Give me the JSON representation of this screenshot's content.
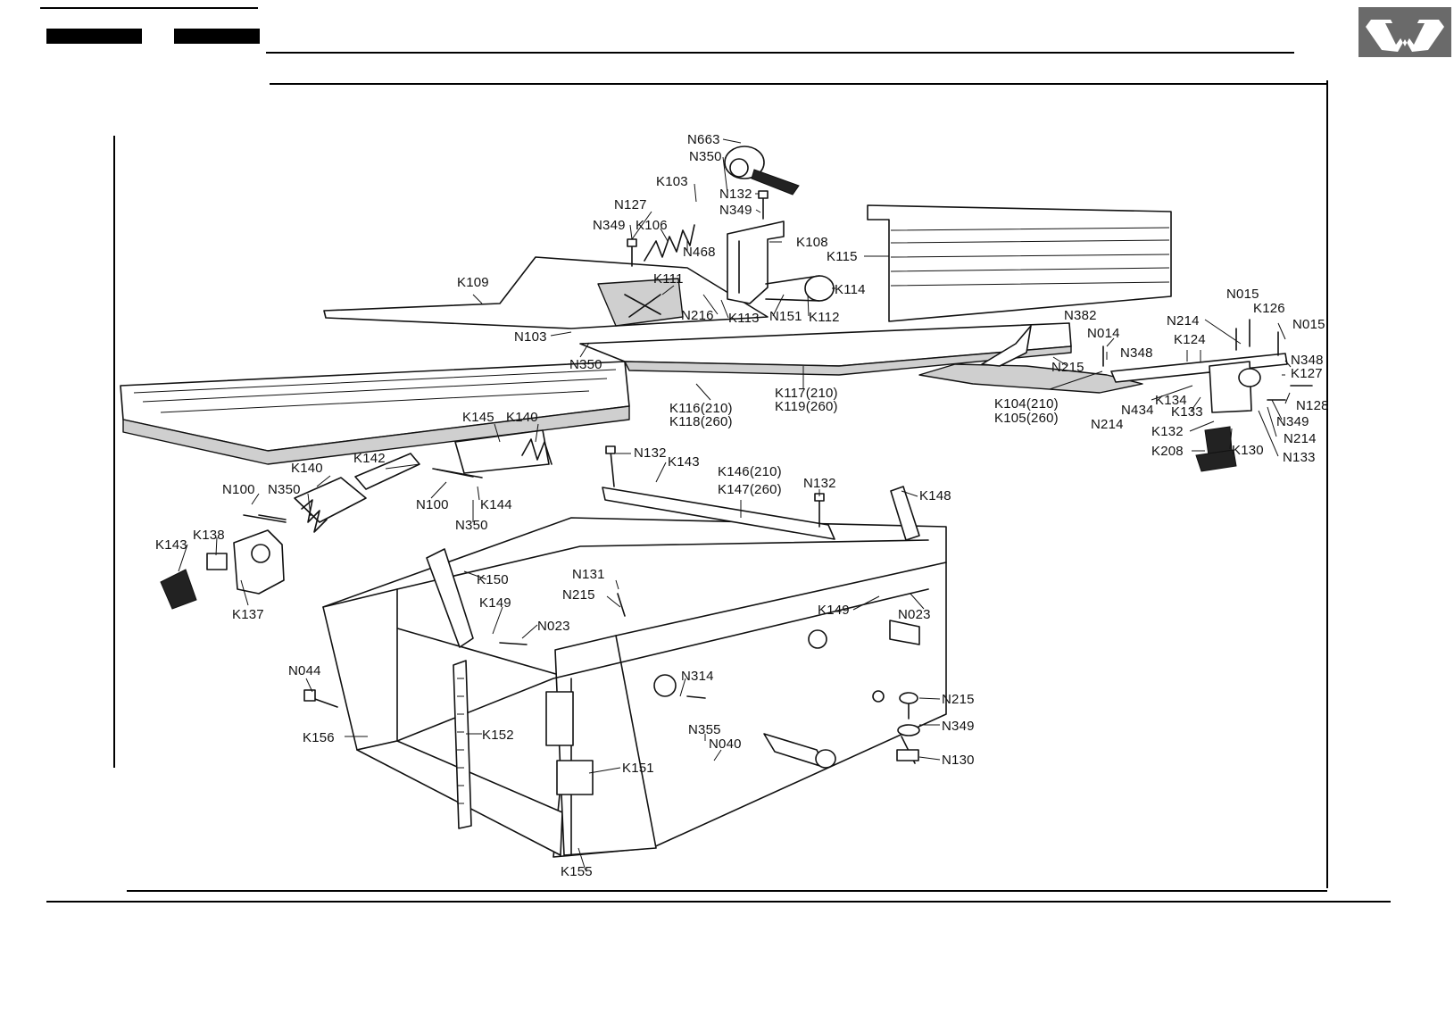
{
  "header": {
    "logo_icon": "manufacturer-logo-icon"
  },
  "labels": [
    {
      "id": "N663",
      "text": "N663"
    },
    {
      "id": "N350a",
      "text": "N350"
    },
    {
      "id": "K103",
      "text": "K103"
    },
    {
      "id": "N132a",
      "text": "N132"
    },
    {
      "id": "N349a",
      "text": "N349"
    },
    {
      "id": "N127",
      "text": "N127"
    },
    {
      "id": "N349b",
      "text": "N349"
    },
    {
      "id": "K106",
      "text": "K106"
    },
    {
      "id": "N468",
      "text": "N468"
    },
    {
      "id": "K108",
      "text": "K108"
    },
    {
      "id": "K115",
      "text": "K115"
    },
    {
      "id": "K109",
      "text": "K109"
    },
    {
      "id": "K111",
      "text": "K111"
    },
    {
      "id": "K114",
      "text": "K114"
    },
    {
      "id": "N216",
      "text": "N216"
    },
    {
      "id": "K113",
      "text": "K113"
    },
    {
      "id": "N151",
      "text": "N151"
    },
    {
      "id": "K112",
      "text": "K112"
    },
    {
      "id": "N103",
      "text": "N103"
    },
    {
      "id": "N350b",
      "text": "N350"
    },
    {
      "id": "N015a",
      "text": "N015"
    },
    {
      "id": "K126",
      "text": "K126"
    },
    {
      "id": "N214a",
      "text": "N214"
    },
    {
      "id": "N015b",
      "text": "N015"
    },
    {
      "id": "N382",
      "text": "N382"
    },
    {
      "id": "N014",
      "text": "N014"
    },
    {
      "id": "K124",
      "text": "K124"
    },
    {
      "id": "N348a",
      "text": "N348"
    },
    {
      "id": "N215a",
      "text": "N215"
    },
    {
      "id": "N348b",
      "text": "N348"
    },
    {
      "id": "K127",
      "text": "K127"
    },
    {
      "id": "K104",
      "text": "K104(210)"
    },
    {
      "id": "K105",
      "text": "K105(260)"
    },
    {
      "id": "K134",
      "text": "K134"
    },
    {
      "id": "N128",
      "text": "N128"
    },
    {
      "id": "N434",
      "text": "N434"
    },
    {
      "id": "K133",
      "text": "K133"
    },
    {
      "id": "N349c",
      "text": "N349"
    },
    {
      "id": "N214b",
      "text": "N214"
    },
    {
      "id": "K132",
      "text": "K132"
    },
    {
      "id": "N214c",
      "text": "N214"
    },
    {
      "id": "K208",
      "text": "K208"
    },
    {
      "id": "K130",
      "text": "K130"
    },
    {
      "id": "N133",
      "text": "N133"
    },
    {
      "id": "K117",
      "text": "K117(210)"
    },
    {
      "id": "K119",
      "text": "K119(260)"
    },
    {
      "id": "K116",
      "text": "K116(210)"
    },
    {
      "id": "K118",
      "text": "K118(260)"
    },
    {
      "id": "K145",
      "text": "K145"
    },
    {
      "id": "K140a",
      "text": "K140"
    },
    {
      "id": "N132b",
      "text": "N132"
    },
    {
      "id": "K143a",
      "text": "K143"
    },
    {
      "id": "K146",
      "text": "K146(210)"
    },
    {
      "id": "K147",
      "text": "K147(260)"
    },
    {
      "id": "N132c",
      "text": "N132"
    },
    {
      "id": "K148",
      "text": "K148"
    },
    {
      "id": "K142",
      "text": "K142"
    },
    {
      "id": "K140b",
      "text": "K140"
    },
    {
      "id": "N100a",
      "text": "N100"
    },
    {
      "id": "N350c",
      "text": "N350"
    },
    {
      "id": "N100b",
      "text": "N100"
    },
    {
      "id": "K144",
      "text": "K144"
    },
    {
      "id": "N350d",
      "text": "N350"
    },
    {
      "id": "K138",
      "text": "K138"
    },
    {
      "id": "K143b",
      "text": "K143"
    },
    {
      "id": "K137",
      "text": "K137"
    },
    {
      "id": "K150",
      "text": "K150"
    },
    {
      "id": "N131",
      "text": "N131"
    },
    {
      "id": "N215b",
      "text": "N215"
    },
    {
      "id": "K149a",
      "text": "K149"
    },
    {
      "id": "N023a",
      "text": "N023"
    },
    {
      "id": "K149b",
      "text": "K149"
    },
    {
      "id": "N023b",
      "text": "N023"
    },
    {
      "id": "N044",
      "text": "N044"
    },
    {
      "id": "N314",
      "text": "N314"
    },
    {
      "id": "N215c",
      "text": "N215"
    },
    {
      "id": "N349d",
      "text": "N349"
    },
    {
      "id": "K156",
      "text": "K156"
    },
    {
      "id": "K152",
      "text": "K152"
    },
    {
      "id": "N355",
      "text": "N355"
    },
    {
      "id": "N040",
      "text": "N040"
    },
    {
      "id": "N130",
      "text": "N130"
    },
    {
      "id": "K151",
      "text": "K151"
    },
    {
      "id": "K155",
      "text": "K155"
    }
  ]
}
